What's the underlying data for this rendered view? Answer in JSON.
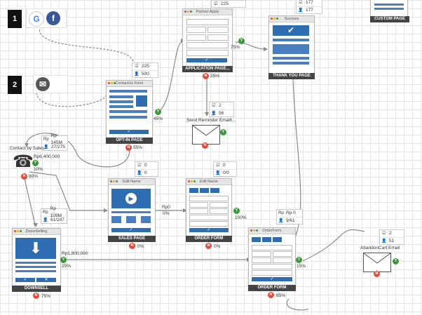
{
  "sources": [
    {
      "number": "1",
      "icons": [
        "google-icon",
        "facebook-icon"
      ]
    },
    {
      "number": "2",
      "icons": [
        "mail-icon"
      ]
    }
  ],
  "pages": {
    "partner_apply": {
      "title": "Partner Apply",
      "label": "APPLICATION PAGE...",
      "stats": [
        "225"
      ],
      "no_rate": "25%"
    },
    "success": {
      "title": "Success",
      "label": "THANK YOU PAGE",
      "stats": [
        "177",
        "177"
      ]
    },
    "custom": {
      "label": "CUSTOM PAGE"
    },
    "contact_form": {
      "title": "ContactUs Form",
      "label": "OPT-IN PAGE",
      "stats": [
        "225",
        "500"
      ],
      "no_rate": "55%",
      "yes_rate": "45%"
    },
    "edit_name_sales": {
      "title": "Edit Name",
      "label": "SALES PAGE",
      "stats": [
        "0",
        "0"
      ],
      "no_rate": "0%",
      "revenue": "Rp0",
      "yes_rate": "0%"
    },
    "edit_name_order": {
      "title": "Edit Name",
      "label": "ORDER FORM",
      "stats": [
        "0",
        "0/0"
      ],
      "no_rate": "0%",
      "yes_rate": "100%"
    },
    "downselling": {
      "title": "DownSelling",
      "label": "DOWNSELL",
      "stats": [
        "Rp 109M",
        "61/247"
      ],
      "no_rate": "75%",
      "revenue": "Rp1,800,000",
      "yes_rate": "25%"
    },
    "orderform": {
      "title": "OrderForm",
      "label": "ORDER FORM",
      "stats": [
        "Rp 0",
        "9/61"
      ],
      "no_rate": "85%",
      "yes_rate": "15%"
    }
  },
  "actions": {
    "reminder": {
      "label": "Send Reminder Emailt...",
      "stats": [
        "2",
        "56"
      ]
    },
    "contact_sales": {
      "label": "Contact by Sales",
      "stats": [
        "Rp 145M",
        "27/275"
      ],
      "revenue": "Rp6,400,000",
      "yes_rate": "10%",
      "no_rate": "90%"
    },
    "abandon_cart": {
      "label": "AbandonCart Email",
      "stats": [
        "2",
        "51"
      ]
    }
  },
  "misc": {
    "rate_75": "75%",
    "yes": "Y",
    "no": "N",
    "check": "✓",
    "cross": "✕"
  },
  "colors": {
    "accent": "#2f6db3",
    "yes": "#3a9a3a",
    "no": "#e04b3a",
    "label_bg": "#444444"
  }
}
